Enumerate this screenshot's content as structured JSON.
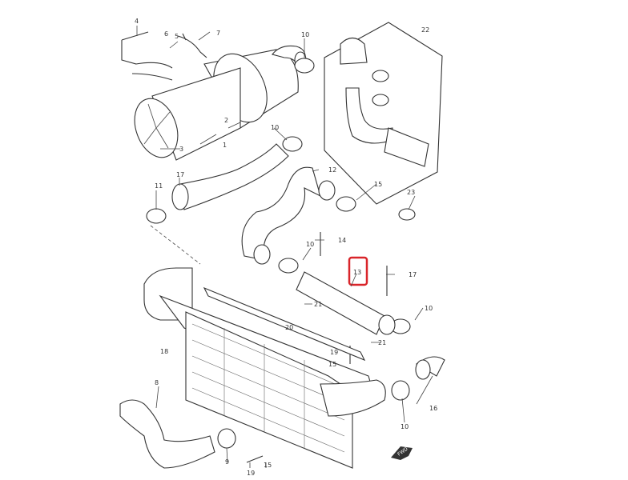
{
  "diagram": {
    "highlight_color": "#d9252a",
    "highlighted_part": "13",
    "callouts": {
      "p4": "4",
      "p6": "6",
      "p5": "5",
      "p7": "7",
      "p10a": "10",
      "p2": "2",
      "p1": "1",
      "p3": "3",
      "p10b": "10",
      "p22": "22",
      "p17a": "17",
      "p12": "12",
      "p11": "11",
      "p15a": "15",
      "p23": "23",
      "p14": "14",
      "p10c": "10",
      "p13": "13",
      "p17b": "17",
      "p21a": "21",
      "p21b": "21",
      "p10d": "10",
      "p20": "20",
      "p18": "18",
      "p19a": "19",
      "p15b": "15",
      "p8": "8",
      "p16": "16",
      "p10e": "10",
      "p9": "9",
      "p19b": "19",
      "p15c": "15"
    },
    "fwd_label": "FWD"
  }
}
